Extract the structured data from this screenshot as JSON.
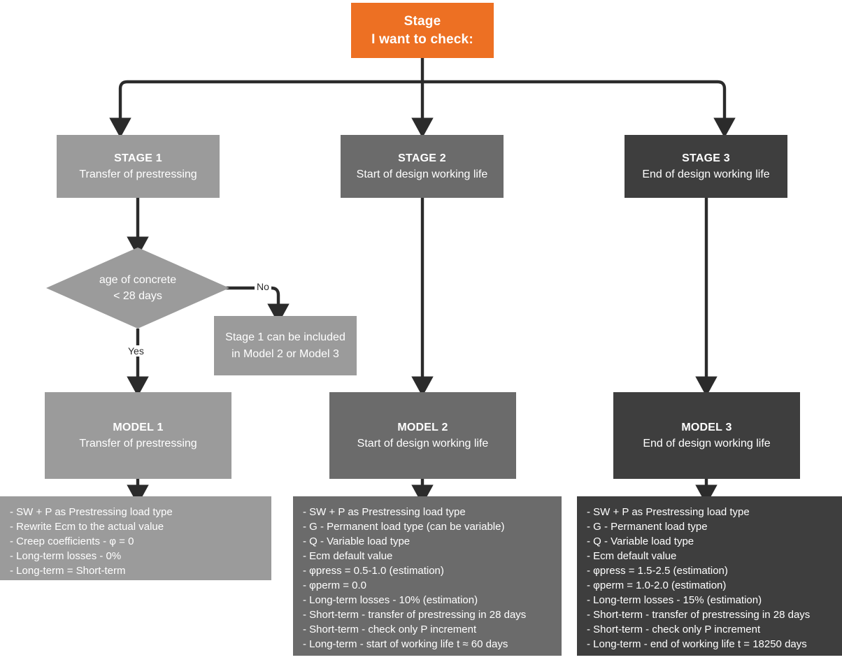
{
  "diagram": {
    "title": "Prestressing design stage / model selection flowchart",
    "colors": {
      "accent_orange": "#ED7023",
      "light_gray": "#9B9B9B",
      "mid_gray": "#6B6B6B",
      "dark_gray": "#3E3E3E",
      "connector": "#2b2b2b",
      "text_on_fill": "#ffffff"
    }
  },
  "root": {
    "line1": "Stage",
    "line2": "I want to check:"
  },
  "stages": [
    {
      "title": "STAGE 1",
      "subtitle": "Transfer of prestressing"
    },
    {
      "title": "STAGE 2",
      "subtitle": "Start of design working life"
    },
    {
      "title": "STAGE 3",
      "subtitle": "End of design working life"
    }
  ],
  "decision": {
    "line1": "age of concrete",
    "line2": "< 28 days",
    "yes_label": "Yes",
    "no_label": "No"
  },
  "note": {
    "line1": "Stage 1 can be included",
    "line2": "in Model 2 or Model 3"
  },
  "models": [
    {
      "title": "MODEL 1",
      "subtitle": "Transfer of prestressing"
    },
    {
      "title": "MODEL 2",
      "subtitle": "Start of design working life"
    },
    {
      "title": "MODEL 3",
      "subtitle": "End of design working life"
    }
  ],
  "details": [
    {
      "for": "MODEL 1",
      "items": [
        "- SW + P as Prestressing load type",
        "- Rewrite Ecm to the actual value",
        "- Creep coefficients - φ = 0",
        "- Long-term losses - 0%",
        "- Long-term = Short-term"
      ]
    },
    {
      "for": "MODEL 2",
      "items": [
        "- SW + P as Prestressing load type",
        "- G - Permanent load type (can be variable)",
        "- Q - Variable load type",
        "- Ecm default value",
        "- φpress = 0.5-1.0 (estimation)",
        "- φperm = 0.0",
        "- Long-term losses - 10% (estimation)",
        "- Short-term - transfer of prestressing in 28 days",
        "- Short-term - check only P increment",
        "- Long-term - start of working life t ≈ 60 days"
      ]
    },
    {
      "for": "MODEL 3",
      "items": [
        "- SW + P as Prestressing load type",
        "- G - Permanent load type",
        "- Q - Variable load type",
        "- Ecm default value",
        "- φpress = 1.5-2.5 (estimation)",
        "- φperm = 1.0-2.0 (estimation)",
        "- Long-term losses - 15% (estimation)",
        "- Short-term - transfer of prestressing in 28 days",
        "- Short-term - check only P increment",
        "- Long-term - end of working life t = 18250 days"
      ]
    }
  ]
}
